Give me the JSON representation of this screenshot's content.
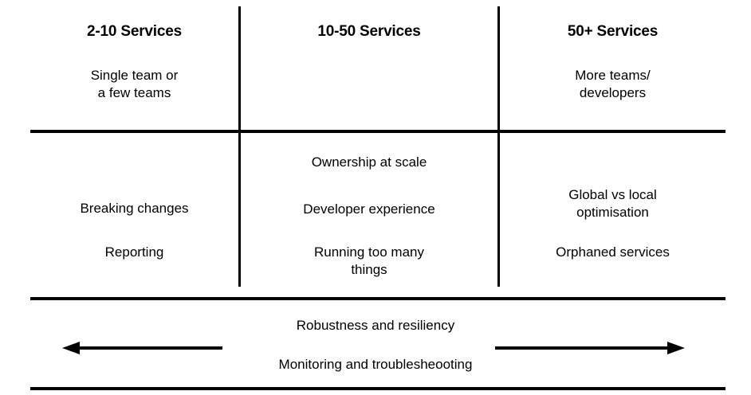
{
  "diagram": {
    "columns": [
      {
        "header": "2-10 Services",
        "subtitle": "Single team or\na few teams",
        "challenges": [
          "Breaking changes",
          "Reporting"
        ]
      },
      {
        "header": "10-50 Services",
        "subtitle": "",
        "challenges": [
          "Ownership at scale",
          "Developer experience",
          "Running too many\nthings"
        ]
      },
      {
        "header": "50+ Services",
        "subtitle": "More teams/\ndevelopers",
        "challenges": [
          "Global vs local\noptimisation",
          "Orphaned services"
        ]
      }
    ],
    "footer": {
      "line1": "Robustness and resiliency",
      "line2": "Monitoring and troublesheooting",
      "left_arrow": "left-arrow",
      "right_arrow": "right-arrow"
    },
    "colors": {
      "background": "#ffffff",
      "ink": "#000000"
    }
  }
}
